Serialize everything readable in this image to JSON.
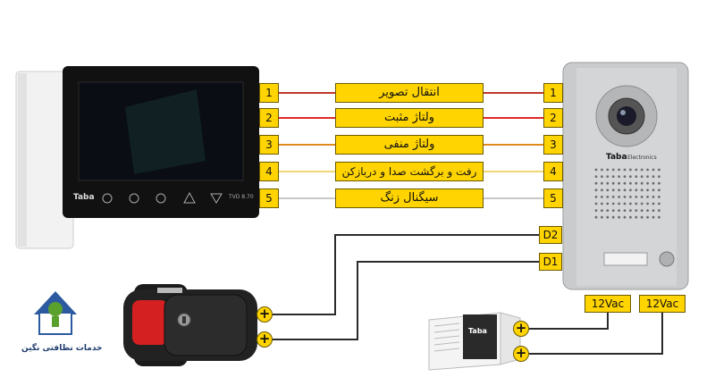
{
  "wires": [
    {
      "num": "1",
      "label": "انتقال تصویر",
      "color": "#c0382b"
    },
    {
      "num": "2",
      "label": "ولتاژ مثبت",
      "color": "#e0282a"
    },
    {
      "num": "3",
      "label": "ولتاژ منفی",
      "color": "#e08a1e"
    },
    {
      "num": "4",
      "label": "رفت و برگشت صدا و دربازکن",
      "color": "#f2d873"
    },
    {
      "num": "5",
      "label": "سیگنال زنگ",
      "color": "#c8c8c8"
    }
  ],
  "door_terminals": {
    "d2": "D2",
    "d1": "D1"
  },
  "power_terminals": {
    "left": "12Vac",
    "right": "12Vac"
  },
  "plus_symbol": "+",
  "monitor": {
    "brand": "Taba",
    "model": "TVD 8.70"
  },
  "panel": {
    "brand": "Taba",
    "subtitle": "Electronics"
  },
  "adapter": {
    "brand": "Taba"
  },
  "logo": {
    "text": "خدمات نظافتی نگین"
  },
  "colors": {
    "label_fill": "#ffd400",
    "lock_body": "#d42020",
    "dark_wire": "#2b2b2b"
  }
}
